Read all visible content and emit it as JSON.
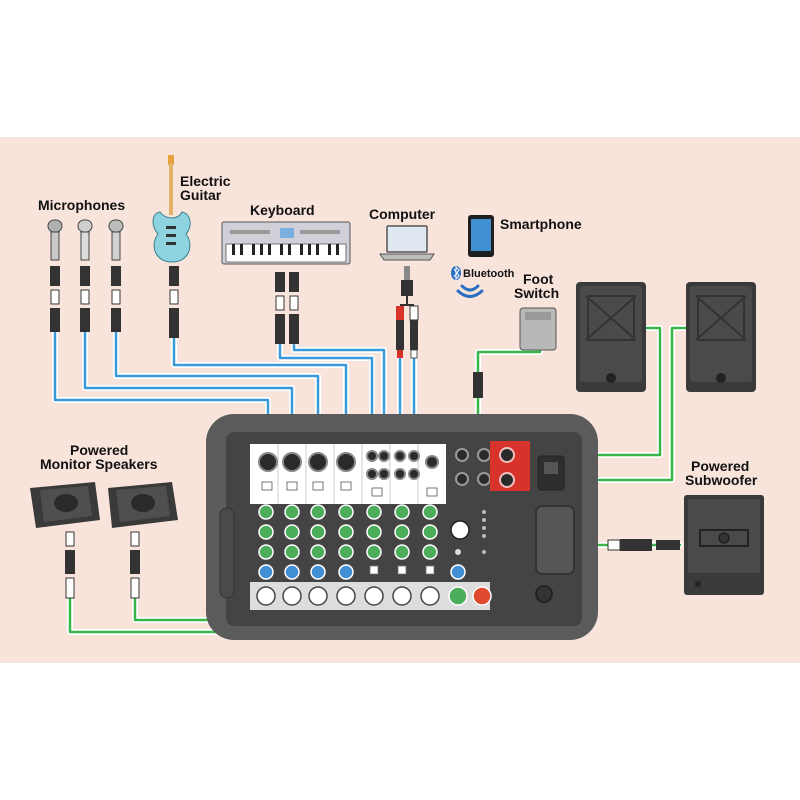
{
  "labels": {
    "microphones": "Microphones",
    "guitar_line1": "Electric",
    "guitar_line2": "Guitar",
    "keyboard": "Keyboard",
    "computer": "Computer",
    "smartphone": "Smartphone",
    "bluetooth": "Bluetooth",
    "foot_line1": "Foot",
    "foot_line2": "Switch",
    "monitors_line1": "Powered",
    "monitors_line2": "Monitor Speakers",
    "sub_line1": "Powered",
    "sub_line2": "Subwoofer"
  },
  "colors": {
    "background_band": "#f9e4dc",
    "mixer_body": "#5b5b5b",
    "cable_blue": "#3a9ad9",
    "cable_green": "#3ab54a",
    "cable_red": "#d8332a",
    "knob_green": "#4cae5a",
    "knob_blue": "#3f8fd2",
    "knob_red": "#e04a2f"
  },
  "icons": {
    "bluetooth": "bluetooth-icon"
  }
}
